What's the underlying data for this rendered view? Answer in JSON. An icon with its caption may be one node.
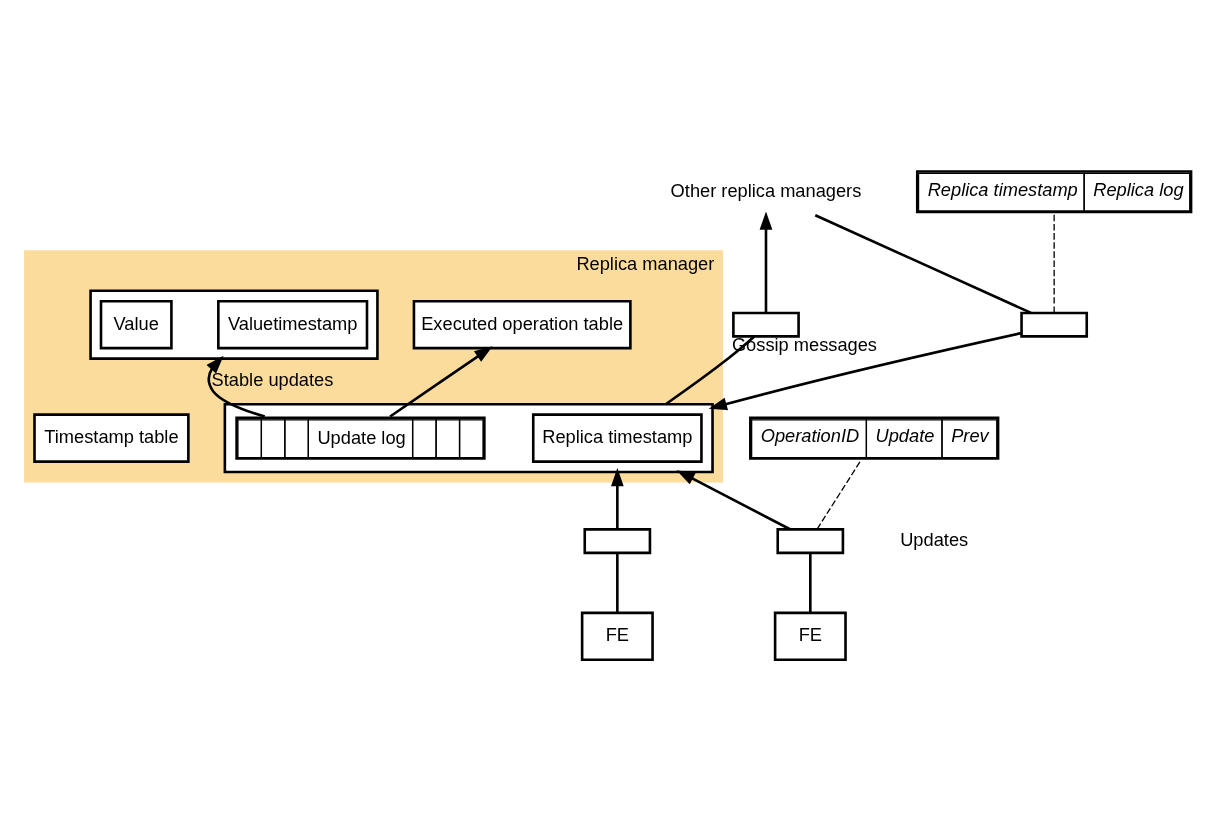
{
  "diagram": {
    "nodes": [
      {
        "text": [
          "Replica manager"
        ]
      },
      {
        "text": [
          "Timestamp table"
        ],
        "in": 0
      },
      {
        "text": [],
        "shape": "box",
        "in": 0
      },
      {
        "text": [
          "Replica timestamp"
        ],
        "in": 2
      },
      {
        "text": [
          "Update log"
        ],
        "in": 2
      },
      {
        "text": [],
        "shape": "box",
        "in": 0
      },
      {
        "text": [
          "Valuetimestamp"
        ],
        "in": 5
      },
      {
        "text": [
          "Value"
        ],
        "in": 5
      },
      {
        "text": [
          "Executed operation table"
        ],
        "in": 0
      },
      {
        "text": [],
        "shape": "box",
        "beside": [
          "Gossip messages"
        ]
      },
      {
        "text": [],
        "shape": "box"
      },
      {
        "text": [
          "Replica timestamp",
          "Replica log"
        ]
      },
      {
        "text": [],
        "shape": "box"
      },
      {
        "text": [],
        "shape": "box"
      },
      {
        "text": [
          "OperationID",
          "Update",
          "Prev"
        ]
      },
      {
        "text": [
          "FE"
        ]
      },
      {
        "text": [
          "FE"
        ]
      },
      {
        "text": [
          "Other replica managers"
        ]
      }
    ],
    "edges": [
      {
        "from": 2,
        "to": 9,
        "arrow": "none"
      },
      {
        "from": 9,
        "to": 17,
        "arrow": "to"
      },
      {
        "from": 17,
        "to": 10,
        "arrow": "none"
      },
      {
        "from": 10,
        "to": 2,
        "arrow": "to"
      },
      {
        "from": 10,
        "to": 11,
        "arrow": "none",
        "style": "dashed"
      },
      {
        "from": 4,
        "to": 5,
        "arrow": "to",
        "label": "Stable updates"
      },
      {
        "from": 4,
        "to": 8,
        "arrow": "to"
      },
      {
        "from": 15,
        "to": 12,
        "arrow": "none"
      },
      {
        "from": 12,
        "to": 2,
        "arrow": "to"
      },
      {
        "from": 16,
        "to": 13,
        "arrow": "none"
      },
      {
        "from": 13,
        "to": 2,
        "arrow": "to"
      },
      {
        "from": 13,
        "to": 14,
        "arrow": "none",
        "style": "dashed"
      }
    ],
    "labels": [
      "Updates"
    ]
  }
}
